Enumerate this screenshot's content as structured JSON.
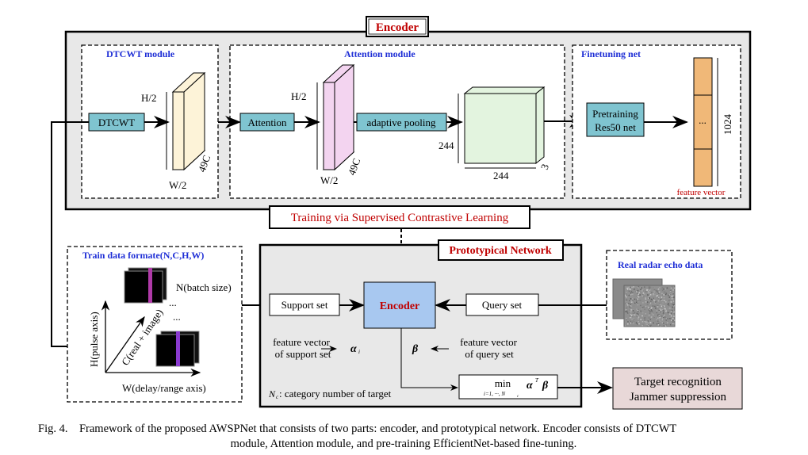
{
  "encoder": {
    "title": "Encoder",
    "dtcwt_module": {
      "label": "DTCWT module",
      "block": "DTCWT",
      "height": "H/2",
      "width": "W/2",
      "channels": "49C"
    },
    "attention_module": {
      "label": "Attention module",
      "block": "Attention",
      "pooling": "adaptive pooling",
      "height": "H/2",
      "width": "W/2",
      "channels": "49C",
      "out_h": "244",
      "out_w": "244",
      "out_c": "3"
    },
    "finetuning": {
      "label": "Finetuning net",
      "block_line1": "Pretraining",
      "block_line2": "Res50 net",
      "ellipsis": "...",
      "dim": "1024",
      "vector_label": "feature vector"
    }
  },
  "training": "Training via Supervised Contrastive Learning",
  "train_data": {
    "label": "Train data formate(N,C,H,W)",
    "batch": "N(batch size)",
    "dots": "...",
    "c_axis": "C(real + image)",
    "h_axis": "H(pulse axis)",
    "w_axis": "W(delay/range axis)"
  },
  "proto": {
    "title": "Prototypical Network",
    "support": "Support set",
    "encoder": "Encoder",
    "query": "Query set",
    "fv_support_1": "feature vector",
    "fv_support_2": "of support set",
    "alpha": "α",
    "alpha_sub": "i",
    "beta": "β",
    "fv_query_1": "feature vector",
    "fv_query_2": "of query set",
    "min": "min",
    "min_sub": "i=1, ···, N",
    "min_sub_c": "c",
    "min_expr": "α",
    "min_expr_sup": "T",
    "min_expr_beta": "β",
    "nc_note_n": "N",
    "nc_note_c": "c",
    "nc_note": ": category number of target"
  },
  "radar": {
    "label": "Real radar echo data"
  },
  "output": {
    "line1": "Target recognition",
    "line2": "Jammer suppression"
  },
  "caption": {
    "line1": "Fig. 4.    Framework of the proposed AWSPNet that consists of two parts: encoder, and prototypical network. Encoder consists of DTCWT",
    "line2": "module, Attention module, and pre-training EfficientNet-based fine-tuning."
  },
  "colors": {
    "accent_red": "#c00000",
    "label_blue": "#1f2fd6",
    "block_teal": "#7fc4d0",
    "encoder_blue": "#a8c8f0",
    "panel_gray": "#e8e8e8"
  }
}
